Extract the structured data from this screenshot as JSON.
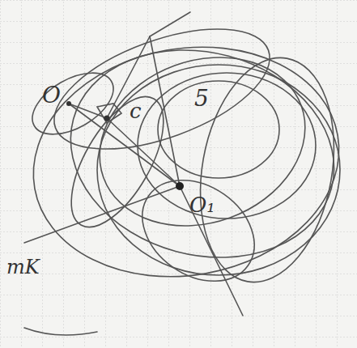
{
  "diagram": {
    "labels": [
      "O",
      "c",
      "5",
      "O₁",
      "mK"
    ]
  }
}
